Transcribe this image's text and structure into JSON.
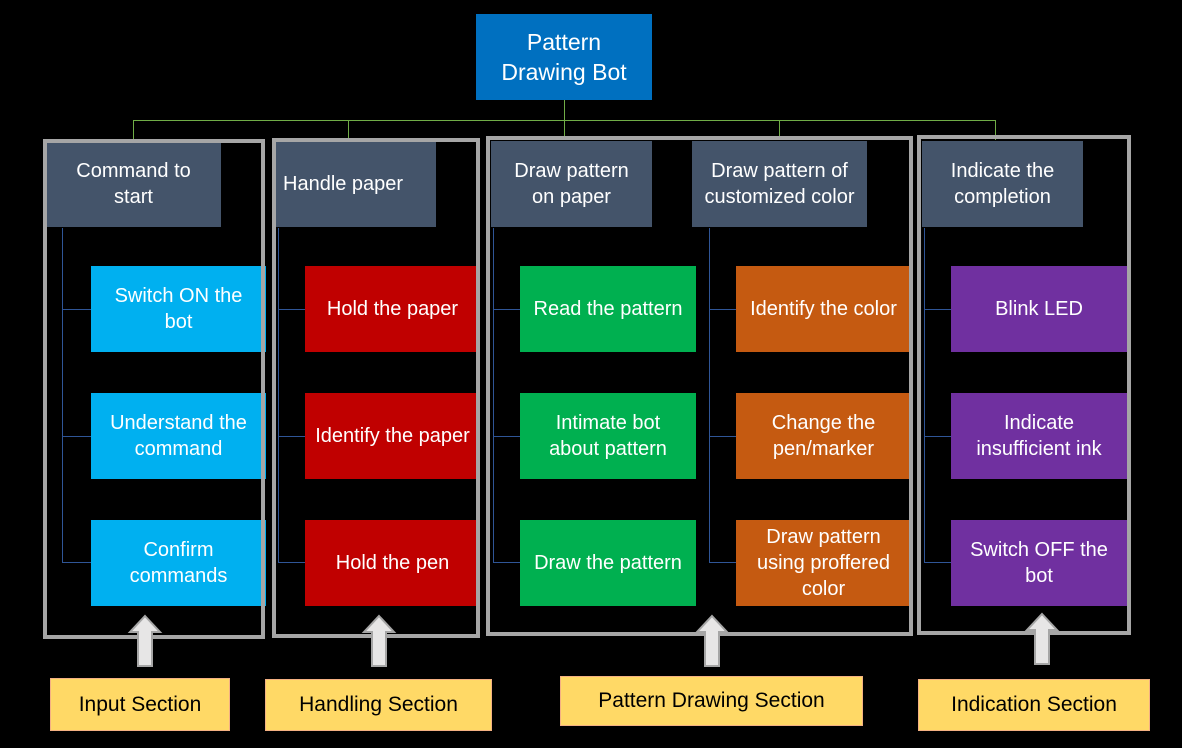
{
  "root": {
    "title": "Pattern\nDrawing Bot"
  },
  "columns": [
    {
      "heading": "Command to\nstart",
      "items": [
        "Switch ON the\nbot",
        "Understand the\ncommand",
        "Confirm\ncommands"
      ]
    },
    {
      "heading": "Handle paper",
      "items": [
        "Hold the paper",
        "Identify the paper",
        "Hold the pen"
      ]
    },
    {
      "heading": "Draw pattern\non paper",
      "items": [
        "Read the pattern",
        "Intimate bot\nabout pattern",
        "Draw the pattern"
      ]
    },
    {
      "heading": "Draw pattern of\ncustomized color",
      "items": [
        "Identify the color",
        "Change the\npen/marker",
        "Draw pattern\nusing proffered\ncolor"
      ]
    },
    {
      "heading": "Indicate the\ncompletion",
      "items": [
        "Blink LED",
        "Indicate\ninsufficient ink",
        "Switch OFF the\nbot"
      ]
    }
  ],
  "sections": [
    {
      "label": "Input Section"
    },
    {
      "label": "Handling Section"
    },
    {
      "label": "Pattern Drawing Section"
    },
    {
      "label": "Indication Section"
    }
  ],
  "colors": {
    "root": "#0070c0",
    "heading": "#44546a",
    "column_1": "#00b0f0",
    "column_2": "#c00000",
    "column_3": "#00b050",
    "column_4": "#c55a11",
    "column_5": "#7030a0",
    "section_label": "#ffd966",
    "frame": "#a6a6a6",
    "connector": "#70ad47"
  }
}
